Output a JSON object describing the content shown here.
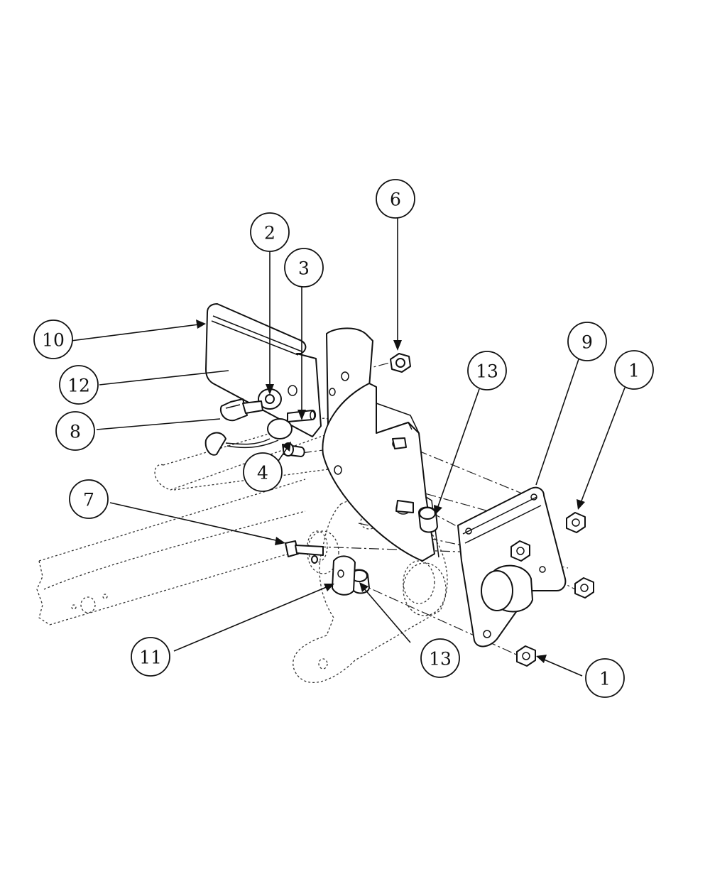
{
  "callouts": [
    {
      "id": "c10",
      "label": "10"
    },
    {
      "id": "c12",
      "label": "12"
    },
    {
      "id": "c8",
      "label": "8"
    },
    {
      "id": "c2",
      "label": "2"
    },
    {
      "id": "c3",
      "label": "3"
    },
    {
      "id": "c4",
      "label": "4"
    },
    {
      "id": "c6",
      "label": "6"
    },
    {
      "id": "c13a",
      "label": "13"
    },
    {
      "id": "c9",
      "label": "9"
    },
    {
      "id": "c1a",
      "label": "1"
    },
    {
      "id": "c7",
      "label": "7"
    },
    {
      "id": "c11",
      "label": "11"
    },
    {
      "id": "c13b",
      "label": "13"
    },
    {
      "id": "c1b",
      "label": "1"
    }
  ]
}
